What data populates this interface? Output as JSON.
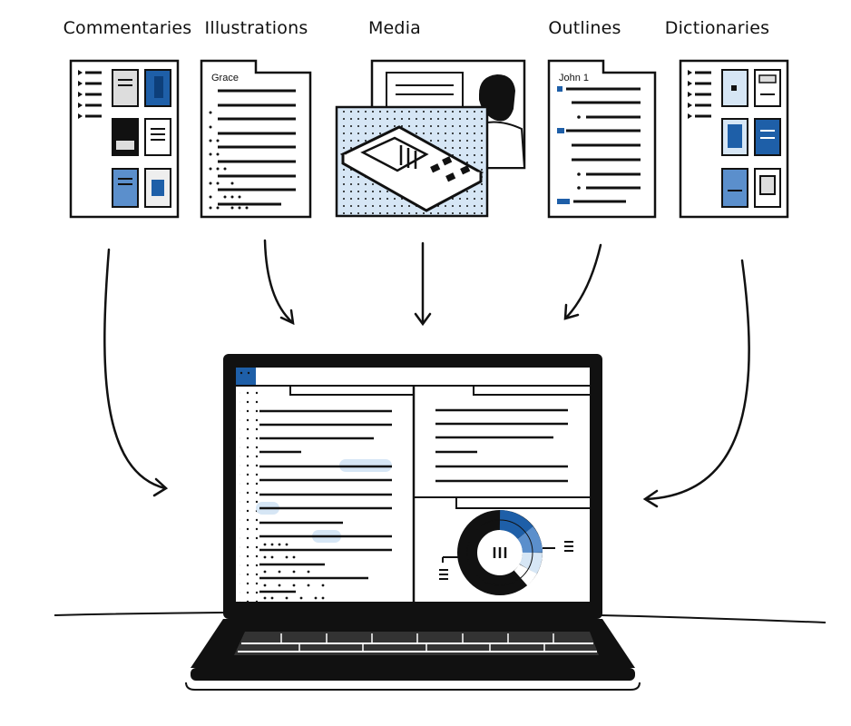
{
  "categories": [
    {
      "label": "Commentaries",
      "icon": "commentaries-icon"
    },
    {
      "label": "Illustrations",
      "icon": "illustrations-icon"
    },
    {
      "label": "Media",
      "icon": "media-icon"
    },
    {
      "label": "Outlines",
      "icon": "outlines-icon"
    },
    {
      "label": "Dictionaries",
      "icon": "dictionaries-icon"
    }
  ],
  "cards": {
    "illustrations_title": "Grace",
    "outlines_title": "John 1"
  },
  "colors": {
    "accent": "#1e5fa8",
    "accent_light": "#5b8fcc",
    "highlight": "#d6e6f5",
    "ink": "#111111"
  }
}
